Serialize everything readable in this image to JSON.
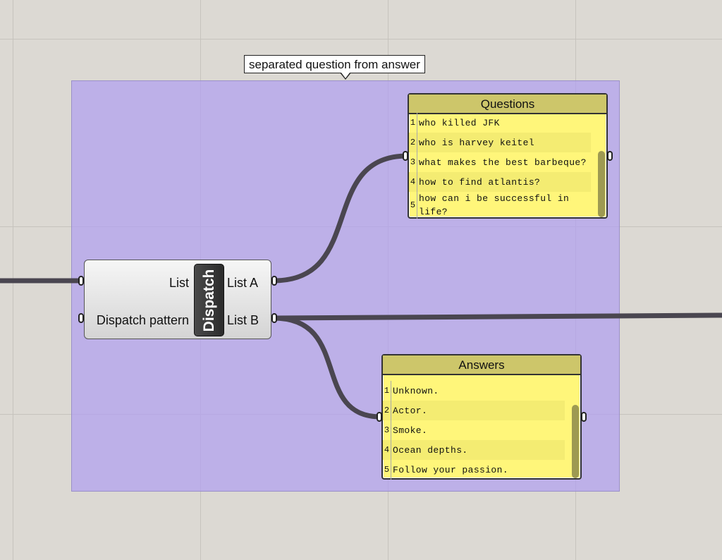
{
  "canvas": {
    "background": "#dcd9d3",
    "grid_color": "#c6c3bd"
  },
  "group": {
    "label": "separated question from answer",
    "color": "#b2a0f0"
  },
  "dispatch_node": {
    "title": "Dispatch",
    "inputs": [
      "List",
      "Dispatch pattern"
    ],
    "outputs": [
      "List A",
      "List B"
    ]
  },
  "questions_panel": {
    "title": "Questions",
    "rows": [
      {
        "index": "1",
        "text": "who killed JFK"
      },
      {
        "index": "2",
        "text": "who is harvey keitel"
      },
      {
        "index": "3",
        "text": "what makes the best barbeque?"
      },
      {
        "index": "4",
        "text": "how to find atlantis?"
      },
      {
        "index": "5",
        "text": "how can i be successful in life?"
      }
    ]
  },
  "answers_panel": {
    "title": "Answers",
    "rows": [
      {
        "index": "1",
        "text": "Unknown."
      },
      {
        "index": "2",
        "text": "Actor."
      },
      {
        "index": "3",
        "text": "Smoke."
      },
      {
        "index": "4",
        "text": "Ocean depths."
      },
      {
        "index": "5",
        "text": "Follow your passion."
      }
    ]
  },
  "colors": {
    "wire": "#4a4650",
    "panel_fill": "#fff67a",
    "panel_header": "#cdc66a",
    "node_title_bar": "#2b2b2b"
  }
}
